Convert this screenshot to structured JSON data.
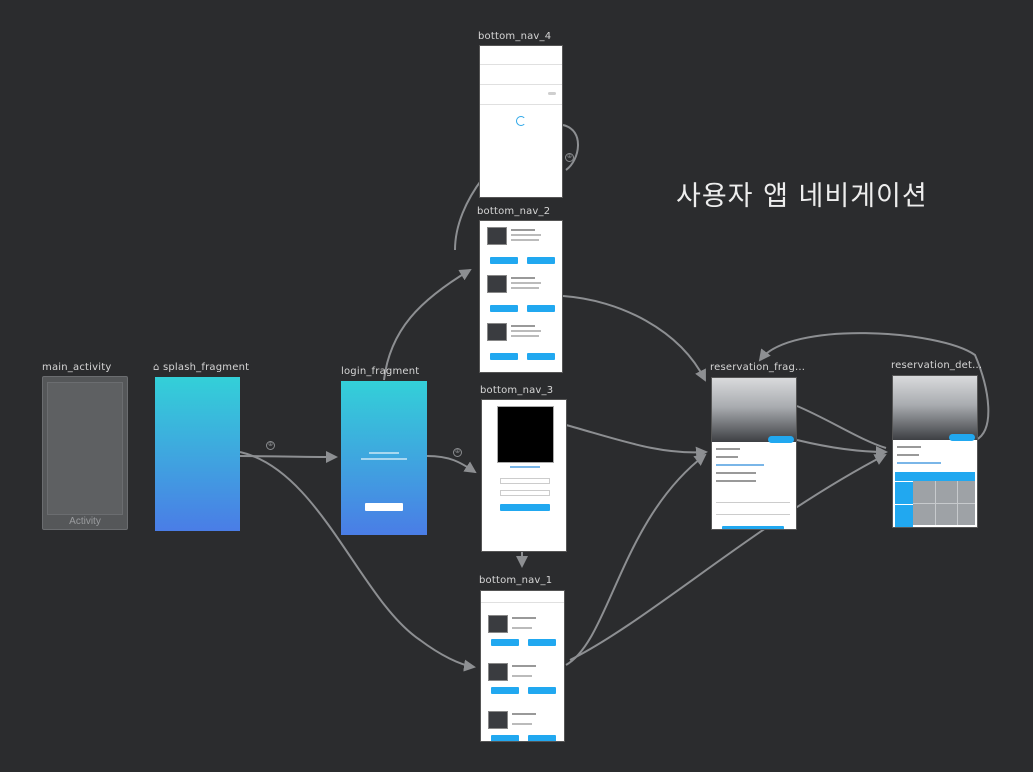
{
  "title": "사용자 앱 네비게이션",
  "nodes": {
    "main_activity": {
      "label": "main_activity",
      "sublabel": "Activity"
    },
    "splash_fragment": {
      "label": "splash_fragment",
      "home_icon": "home-icon"
    },
    "login_fragment": {
      "label": "login_fragment"
    },
    "bottom_nav_4": {
      "label": "bottom_nav_4"
    },
    "bottom_nav_2": {
      "label": "bottom_nav_2"
    },
    "bottom_nav_3": {
      "label": "bottom_nav_3"
    },
    "bottom_nav_1": {
      "label": "bottom_nav_1"
    },
    "reservation_frag": {
      "label": "reservation_frag..."
    },
    "reservation_det": {
      "label": "reservation_det..."
    }
  },
  "colors": {
    "background": "#2b2c2e",
    "edge": "#8d8f92",
    "gradient_top": "#33d0d8",
    "gradient_bottom": "#4a7de6",
    "accent_button": "#21a8f0"
  }
}
